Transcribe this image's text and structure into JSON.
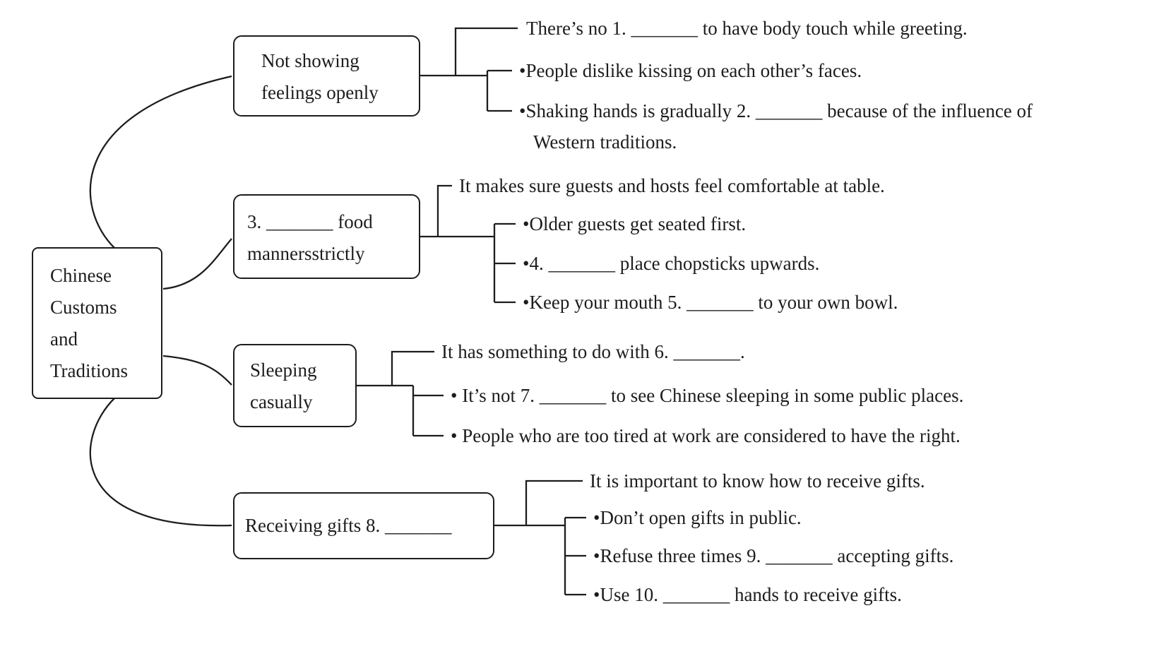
{
  "colors": {
    "ink": "#1d1d1d",
    "background": "#ffffff"
  },
  "root": {
    "lines": [
      "Chinese",
      "Customs",
      "and",
      "Traditions"
    ]
  },
  "branches": [
    {
      "box_lines": [
        "Not showing",
        "feelings openly"
      ],
      "header": "There’s no 1. _______ to have body touch while greeting.",
      "bullets": [
        "•People dislike kissing on each other’s faces.",
        "•Shaking hands is gradually 2. _______ because of the influence of Western traditions."
      ]
    },
    {
      "box_lines": [
        "3. _______ food",
        "mannersstrictly"
      ],
      "header": "It makes sure guests and hosts feel comfortable at table.",
      "bullets": [
        "•Older guests get seated first.",
        "•4. _______ place chopsticks upwards.",
        "•Keep your mouth 5. _______ to your own bowl."
      ]
    },
    {
      "box_lines": [
        "Sleeping",
        "casually"
      ],
      "header": "It has something to do with 6. _______.",
      "bullets": [
        "• It’s not 7. _______ to see Chinese sleeping in some public places.",
        "• People who are too tired at work are considered to have the right."
      ]
    },
    {
      "box_lines": [
        "Receiving gifts 8. _______"
      ],
      "header": "It is important to know how to receive gifts.",
      "bullets": [
        "•Don’t open gifts in public.",
        "•Refuse three times 9. _______ accepting gifts.",
        "•Use 10. _______ hands to receive gifts."
      ]
    }
  ]
}
